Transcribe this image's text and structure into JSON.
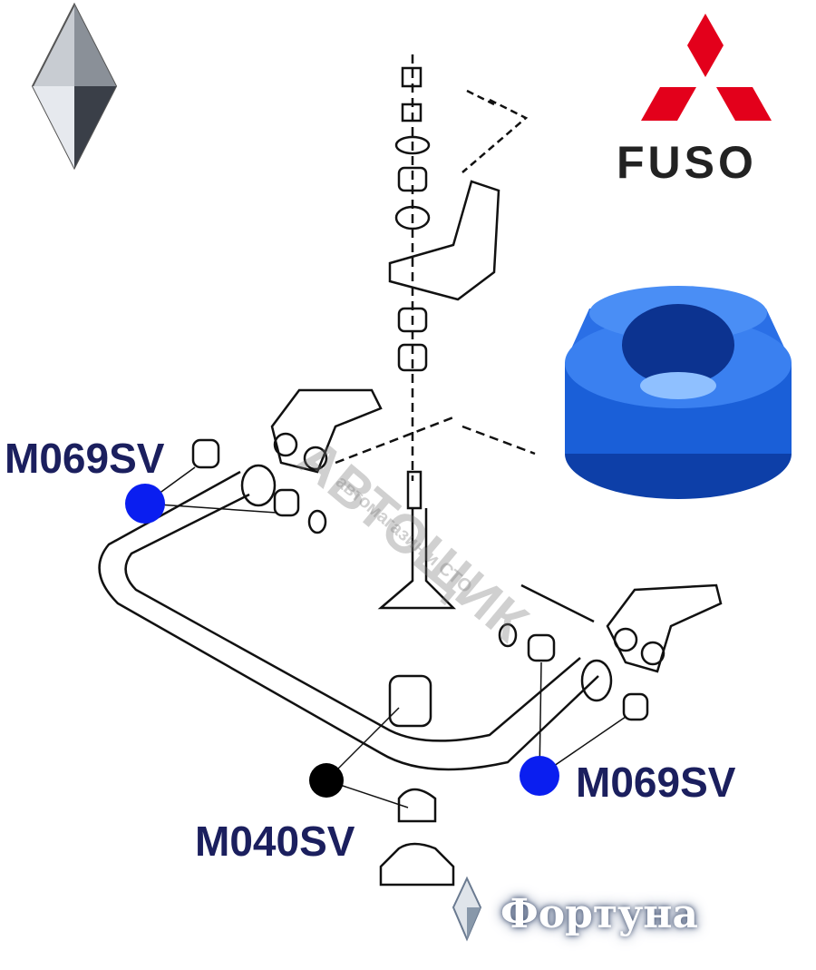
{
  "brand": {
    "logo_text": "FUSO",
    "dealer_logo_text": "Фортуна"
  },
  "watermark": {
    "title": "АВТОЩИК",
    "subtitle": "автомагазин и СТО"
  },
  "callouts": [
    {
      "part": "M069SV",
      "marker_color": "#0a1ef0"
    },
    {
      "part": "M069SV",
      "marker_color": "#0a1ef0"
    },
    {
      "part": "M040SV",
      "marker_color": "#000000"
    }
  ],
  "colors": {
    "label": "#1b1f5e",
    "mitsubishi_red": "#e3001b",
    "bushing_blue": "#1a5fd8"
  }
}
